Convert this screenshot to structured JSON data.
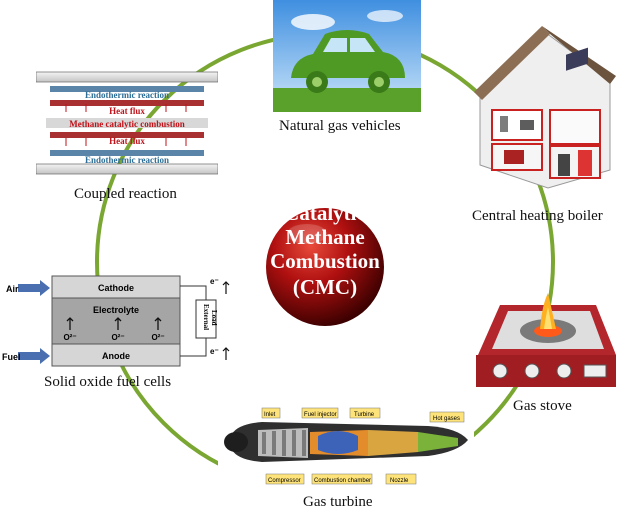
{
  "center": {
    "line1": "Catalytic",
    "line2": "Methane",
    "line3": "Combustion",
    "line4": "(CMC)"
  },
  "captions": {
    "vehicles": "Natural gas vehicles",
    "boiler": "Central heating boiler",
    "stove": "Gas stove",
    "turbine": "Gas turbine",
    "sofc": "Solid oxide fuel cells",
    "coupled": "Coupled reaction"
  },
  "coupled": {
    "endo_top": "Endothermic reaction",
    "heat_top": "Heat flux",
    "mcc": "Methane catalytic combustion",
    "heat_bottom": "Heat flux",
    "endo_bottom": "Endothermic reaction"
  },
  "sofc": {
    "air": "Air",
    "fuel": "Fuel",
    "cathode": "Cathode",
    "electrolyte": "Electrolyte",
    "anode": "Anode",
    "ion1": "O²⁻",
    "ion2": "O²⁻",
    "ion3": "O²⁻",
    "electron_top": "e⁻",
    "electron_bottom": "e⁻",
    "load_line1": "External",
    "load_line2": "Load"
  },
  "turbine": {
    "inlet": "Inlet",
    "fuel_injector": "Fuel injector",
    "turbine": "Turbine",
    "hot_gases": "Hot gases",
    "compressor": "Compressor",
    "combustion_chamber": "Combustion chamber",
    "nozzle": "Nozzle"
  },
  "colors": {
    "ring": "#7aa632",
    "sphere": "#b01010",
    "endo_text": "#2e6e96",
    "heat_text": "#c0121a",
    "sofc_arrow": "#4a6fb0",
    "grass": "#5aa12c",
    "stove": "#a82026"
  }
}
